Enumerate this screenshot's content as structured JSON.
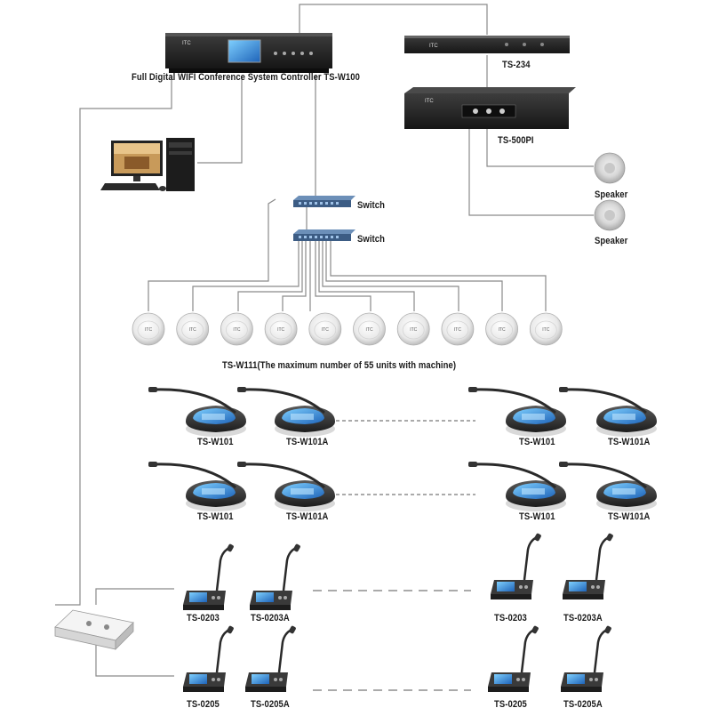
{
  "controller": {
    "label": "Full Digital WIFI Conference System Controller TS-W100",
    "brand": "ITC"
  },
  "ts234": {
    "label": "TS-234"
  },
  "amp": {
    "label": "TS-500PI"
  },
  "speakers": [
    {
      "label": "Speaker"
    },
    {
      "label": "Speaker"
    }
  ],
  "switches": [
    {
      "label": "Switch"
    },
    {
      "label": "Switch"
    }
  ],
  "access_points": {
    "label": "TS-W111(The maximum number of 55 units with machine)",
    "count": 10
  },
  "wifi_units": {
    "row1": [
      "TS-W101",
      "TS-W101A",
      "TS-W101",
      "TS-W101A"
    ],
    "row2": [
      "TS-W101",
      "TS-W101A",
      "TS-W101",
      "TS-W101A"
    ]
  },
  "wired_units": {
    "row1": [
      "TS-0203",
      "TS-0203A",
      "TS-0203",
      "TS-0203A"
    ],
    "row2": [
      "TS-0205",
      "TS-0205A",
      "TS-0205",
      "TS-0205A"
    ]
  },
  "colors": {
    "line": "#8a8a8a",
    "device_dark": "#2a2a2a",
    "screen": "#3a8fd8",
    "switch_blue": "#4a6f9a"
  }
}
